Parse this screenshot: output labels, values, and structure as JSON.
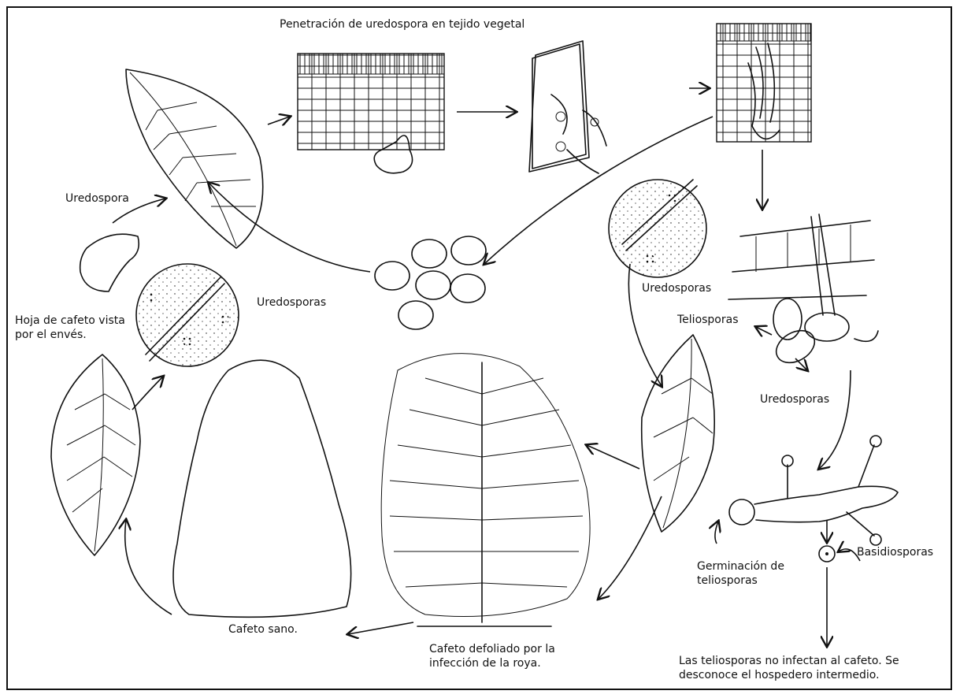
{
  "labels": {
    "penetration": "Penetración de uredospora en tejido vegetal",
    "uredospora": "Uredospora",
    "uredosporas_left": "Uredosporas",
    "hoja_envés": "Hoja de cafeto vista por el envés.",
    "uredosporas_mid": "Uredosporas",
    "teliosporas": "Teliosporas",
    "uredosporas_right": "Uredosporas",
    "germinacion": "Germinación de teliosporas",
    "basidiosporas": "Basidiosporas",
    "cafeto_sano": "Cafeto sano.",
    "cafeto_defoliado": "Cafeto defoliado por la infección de la roya.",
    "nota_teliosporas": "Las teliosporas no infectan al cafeto. Se desconoce el hospedero intermedio."
  }
}
